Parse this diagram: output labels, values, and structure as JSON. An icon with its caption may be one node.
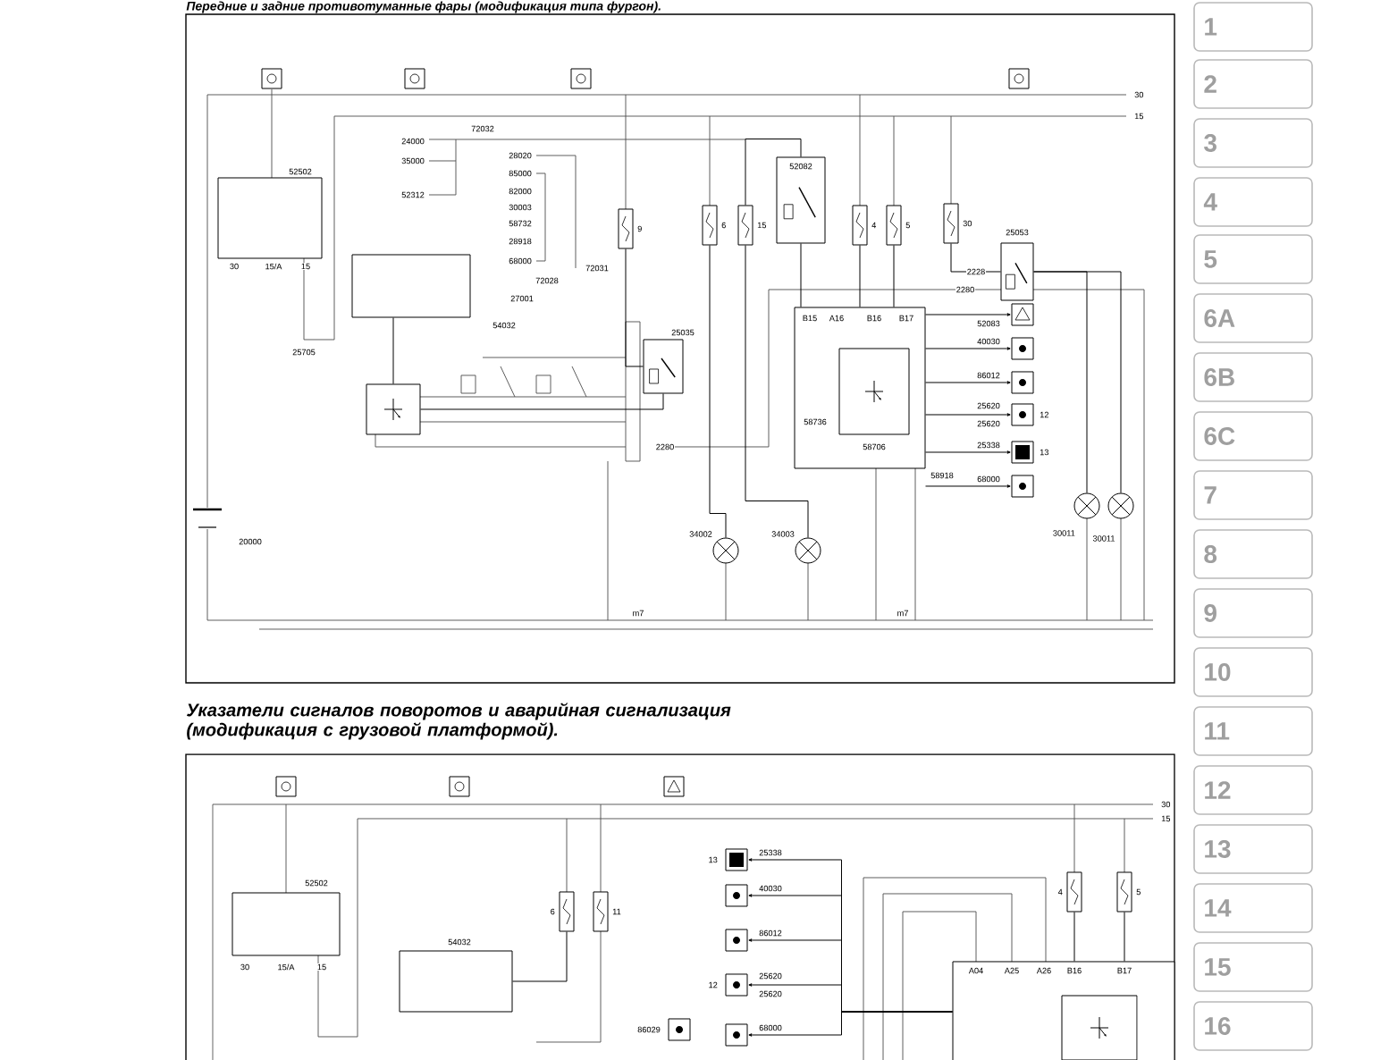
{
  "diagram": {
    "title": "Передние и задние противотуманные фары (модификация типа фургон).",
    "nodes": [
      {
        "text": [
          "52502"
        ],
        "beside": [
          "30",
          "15/A",
          "15"
        ]
      },
      {
        "text": [
          "54032"
        ]
      },
      {
        "text": [],
        "shape": "box"
      },
      {
        "text": [
          "25035"
        ]
      },
      {
        "text": [],
        "shape": "box",
        "beside": [
          "9"
        ]
      },
      {
        "text": [],
        "shape": "box",
        "beside": [
          "6"
        ]
      },
      {
        "text": [],
        "shape": "box",
        "beside": [
          "15"
        ]
      },
      {
        "text": [
          "52082"
        ]
      },
      {
        "text": [],
        "shape": "box",
        "beside": [
          "4"
        ]
      },
      {
        "text": [],
        "shape": "box",
        "beside": [
          "5"
        ]
      },
      {
        "text": [],
        "shape": "box",
        "beside": [
          "30"
        ]
      },
      {
        "text": [
          "25053"
        ]
      },
      {
        "text": [],
        "shape": "box",
        "beside": [
          "58918"
        ]
      },
      {
        "text": [],
        "shape": "box",
        "in": 12,
        "beside": [
          "58706"
        ]
      },
      {
        "text": [],
        "shape": "picture",
        "beside": [
          "52083"
        ]
      },
      {
        "text": [],
        "shape": "picture",
        "beside": [
          "40030"
        ]
      },
      {
        "text": [],
        "shape": "picture",
        "beside": [
          "86012"
        ]
      },
      {
        "text": [],
        "shape": "picture",
        "beside": [
          "25620",
          "25620",
          "12"
        ]
      },
      {
        "text": [],
        "shape": "picture",
        "beside": [
          "25338",
          "13"
        ]
      },
      {
        "text": [],
        "shape": "picture",
        "beside": [
          "68000"
        ]
      },
      {
        "text": [],
        "shape": "circle",
        "beside": [
          "34002"
        ]
      },
      {
        "text": [],
        "shape": "circle",
        "beside": [
          "34003"
        ]
      },
      {
        "text": [],
        "shape": "circle",
        "beside": [
          "30011"
        ]
      },
      {
        "text": [],
        "shape": "circle",
        "beside": [
          "30011"
        ]
      },
      {
        "text": [
          "20000"
        ]
      },
      {
        "text": [
          "52502"
        ],
        "beside": [
          "30",
          "15/A",
          "15"
        ]
      },
      {
        "text": [
          "54032"
        ]
      },
      {
        "text": [],
        "shape": "box",
        "beside": [
          "6"
        ]
      },
      {
        "text": [],
        "shape": "box",
        "beside": [
          "11"
        ]
      },
      {
        "text": [],
        "shape": "picture",
        "beside": [
          "86029"
        ]
      },
      {
        "text": [],
        "shape": "picture",
        "beside": [
          "13",
          "25338"
        ]
      },
      {
        "text": [],
        "shape": "picture",
        "beside": [
          "40030"
        ]
      },
      {
        "text": [],
        "shape": "picture",
        "beside": [
          "86012"
        ]
      },
      {
        "text": [],
        "shape": "picture",
        "beside": [
          "12",
          "25620",
          "25620"
        ]
      },
      {
        "text": [],
        "shape": "picture",
        "beside": [
          "68000"
        ]
      },
      {
        "text": [],
        "shape": "box",
        "beside": [
          "4"
        ]
      },
      {
        "text": [],
        "shape": "box",
        "beside": [
          "5"
        ]
      },
      {
        "text": [],
        "shape": "box"
      },
      {
        "text": [],
        "shape": "box",
        "in": 37
      },
      {
        "text": [
          "1"
        ]
      },
      {
        "text": [
          "2"
        ]
      },
      {
        "text": [
          "3"
        ]
      },
      {
        "text": [
          "4"
        ]
      },
      {
        "text": [
          "5"
        ]
      },
      {
        "text": [
          "6A"
        ]
      },
      {
        "text": [
          "6B"
        ]
      },
      {
        "text": [
          "6C"
        ]
      },
      {
        "text": [
          "7"
        ]
      },
      {
        "text": [
          "8"
        ]
      },
      {
        "text": [
          "9"
        ]
      },
      {
        "text": [
          "10"
        ]
      },
      {
        "text": [
          "11"
        ]
      },
      {
        "text": [
          "12"
        ]
      },
      {
        "text": [
          "13"
        ]
      },
      {
        "text": [
          "14"
        ]
      },
      {
        "text": [
          "15"
        ]
      },
      {
        "text": [
          "16"
        ]
      }
    ],
    "edges": [
      {
        "from": 4,
        "to": 3,
        "arrow": "none"
      },
      {
        "from": 5,
        "to": 20,
        "arrow": "none"
      },
      {
        "from": 6,
        "to": 21,
        "arrow": "none"
      },
      {
        "from": 8,
        "to": 12,
        "arrow": "none"
      },
      {
        "from": 9,
        "to": 12,
        "arrow": "none"
      },
      {
        "from": 10,
        "to": 11,
        "arrow": "none",
        "label": "2228"
      },
      {
        "from": 11,
        "to": 22,
        "arrow": "none"
      },
      {
        "from": 11,
        "to": 23,
        "arrow": "none"
      },
      {
        "from": 7,
        "to": 12,
        "arrow": "none"
      },
      {
        "from": 12,
        "to": 14,
        "arrow": "to"
      },
      {
        "from": 12,
        "to": 15,
        "arrow": "to"
      },
      {
        "from": 12,
        "to": 16,
        "arrow": "to"
      },
      {
        "from": 12,
        "to": 17,
        "arrow": "to"
      },
      {
        "from": 12,
        "to": 18,
        "arrow": "to"
      },
      {
        "from": 12,
        "to": 19,
        "arrow": "to"
      },
      {
        "from": 1,
        "to": 2,
        "arrow": "none"
      },
      {
        "from": 2,
        "to": 3,
        "arrow": "none"
      },
      {
        "from": 27,
        "to": 26,
        "arrow": "none"
      },
      {
        "from": 37,
        "to": 30,
        "arrow": "to"
      },
      {
        "from": 37,
        "to": 31,
        "arrow": "to"
      },
      {
        "from": 37,
        "to": 32,
        "arrow": "to"
      },
      {
        "from": 37,
        "to": 33,
        "arrow": "to"
      },
      {
        "from": 37,
        "to": 34,
        "arrow": "to"
      },
      {
        "from": 35,
        "to": 37,
        "arrow": "none"
      },
      {
        "from": 36,
        "to": 37,
        "arrow": "none"
      },
      {
        "from": 6,
        "to": 7,
        "arrow": "none"
      }
    ],
    "labels": [
      "30",
      "15",
      "24000",
      "35000",
      "52312",
      "28020",
      "85000",
      "82000",
      "30003",
      "58732",
      "28918",
      "68000",
      "72032",
      "72031",
      "72028",
      "27001",
      "25705",
      "2280",
      "2280",
      "B15",
      "A16",
      "B16",
      "B17",
      "58736",
      "m7",
      "m7",
      "30",
      "15",
      "A04",
      "A25",
      "A26",
      "B16",
      "B17",
      "Указатели сигналов поворотов и аварийная сигнализация (модификация с грузовой платформой)."
    ]
  }
}
